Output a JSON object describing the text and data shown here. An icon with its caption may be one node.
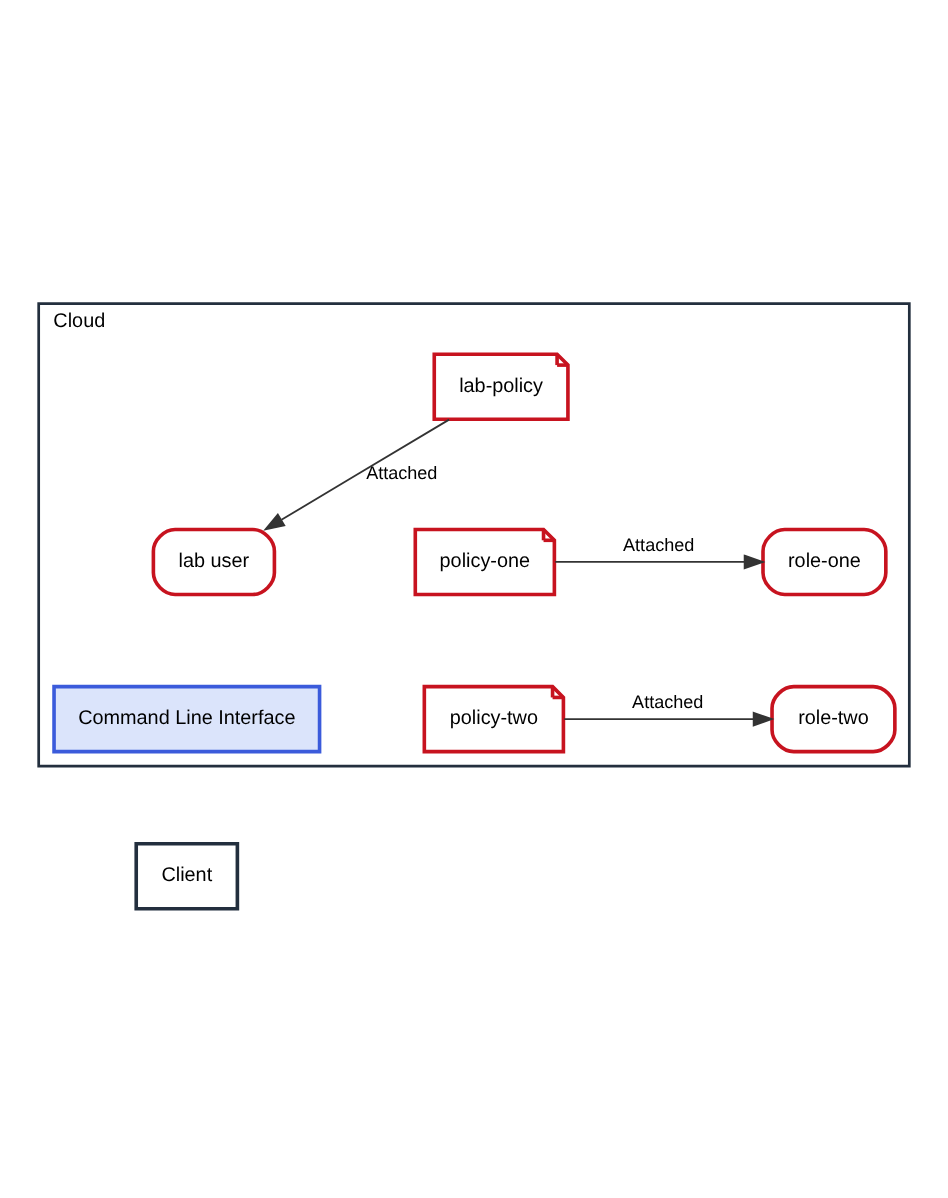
{
  "diagram": {
    "nodes": [
      {
        "text": [
          "Cloud"
        ]
      },
      {
        "text": [
          "lab-policy"
        ],
        "in": 0
      },
      {
        "text": [
          "lab user"
        ],
        "in": 0
      },
      {
        "text": [
          "role-one"
        ],
        "in": 0
      },
      {
        "text": [
          "policy-one"
        ],
        "in": 0
      },
      {
        "text": [
          "role-two"
        ],
        "in": 0
      },
      {
        "text": [
          "policy-two"
        ],
        "in": 0
      },
      {
        "text": [
          "Command Line Interface"
        ],
        "in": 0
      },
      {
        "text": [
          "Client"
        ]
      }
    ],
    "edges": [
      {
        "from": 1,
        "to": 2,
        "arrow": "to",
        "label": "Attached"
      },
      {
        "from": 4,
        "to": 3,
        "arrow": "to",
        "label": "Attached"
      },
      {
        "from": 6,
        "to": 5,
        "arrow": "to",
        "label": "Attached"
      }
    ]
  }
}
